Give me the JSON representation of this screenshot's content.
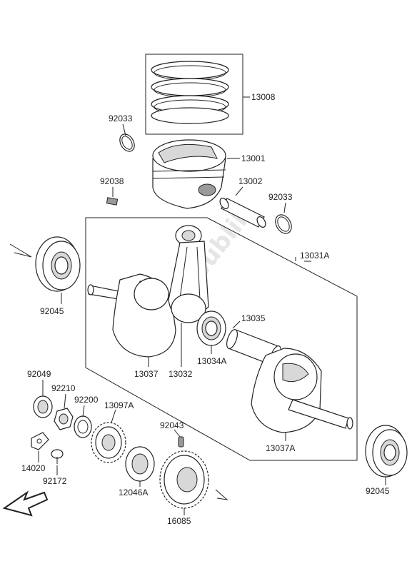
{
  "watermark": "Partsrepublik",
  "labels": {
    "p13008": "13008",
    "p92033a": "92033",
    "p13001": "13001",
    "p92038": "92038",
    "p13002": "13002",
    "p92033b": "92033",
    "p13031A": "13031A",
    "p92045a": "92045",
    "p13035": "13035",
    "p13037": "13037",
    "p13032": "13032",
    "p13034A": "13034A",
    "p92049": "92049",
    "p92210": "92210",
    "p92200": "92200",
    "p13097A": "13097A",
    "p92043": "92043",
    "p13037A": "13037A",
    "p14020": "14020",
    "p92172": "92172",
    "p12046A": "12046A",
    "p16085": "16085",
    "p92045b": "92045"
  }
}
